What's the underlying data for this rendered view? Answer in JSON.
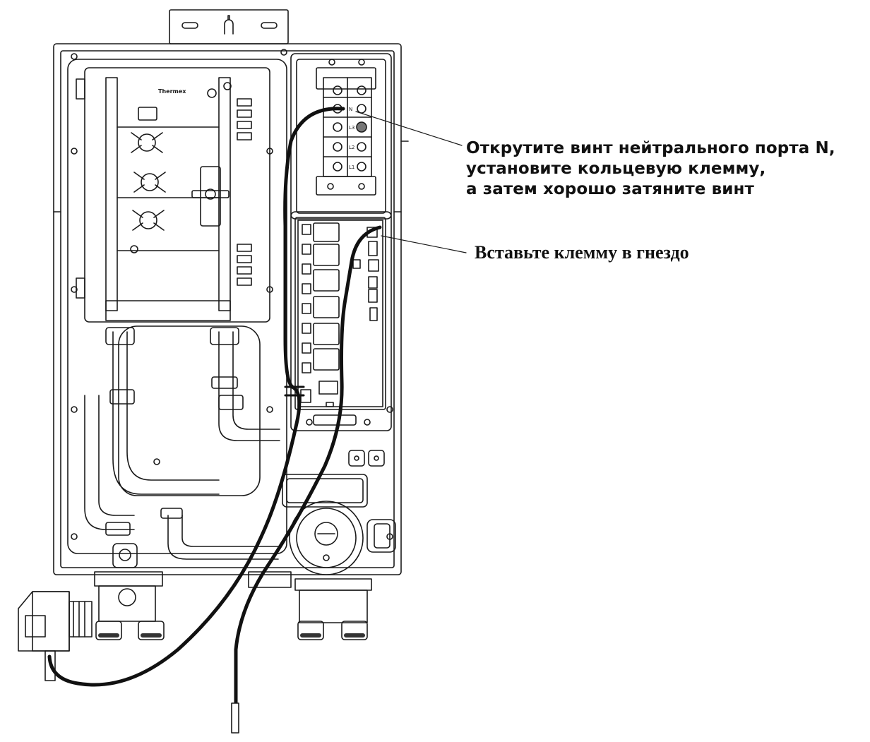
{
  "callouts": {
    "neutral_port": {
      "line1": "Открутите винт нейтрального порта N,",
      "line2": "установите кольцевую клемму,",
      "line3": "а затем хорошо затяните винт"
    },
    "insert_terminal": {
      "text": "Вставьте клемму в гнездо"
    }
  },
  "device": {
    "brand_mark": "Thermex"
  },
  "terminal_block": {
    "labels": [
      "N",
      "L3",
      "L2",
      "L1"
    ]
  },
  "colors": {
    "line": "#1a1a1a",
    "cable": "#111111",
    "background": "#ffffff"
  }
}
